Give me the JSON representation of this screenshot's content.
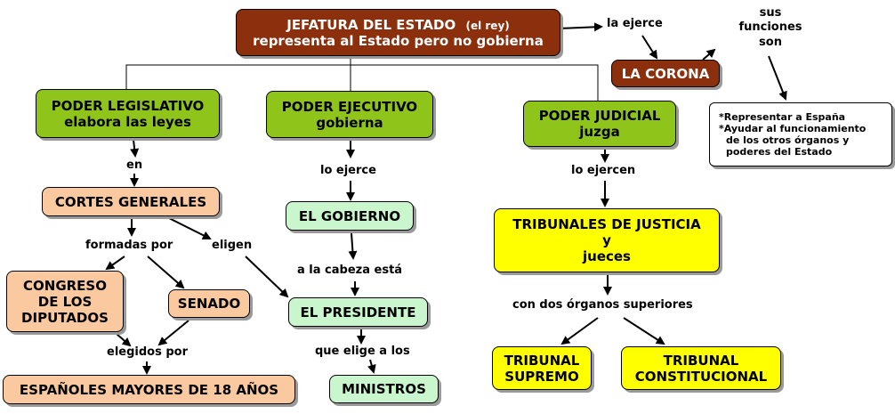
{
  "nodes": {
    "jefatura": {
      "line1": "JEFATURA DEL ESTADO",
      "line1_note": "(el rey)",
      "line2": "representa al Estado pero no gobierna"
    },
    "corona": "LA CORONA",
    "funciones": {
      "lines": [
        "*Representar a España",
        "*Ayudar al funcionamiento",
        "de los otros órganos y",
        "poderes del Estado"
      ]
    },
    "legislativo": {
      "line1": "PODER LEGISLATIVO",
      "line2": "elabora las leyes"
    },
    "ejecutivo": {
      "line1": "PODER EJECUTIVO",
      "line2": "gobierna"
    },
    "judicial": {
      "line1": "PODER JUDICIAL",
      "line2": "juzga"
    },
    "cortes": "CORTES GENERALES",
    "congreso": {
      "line1": "CONGRESO",
      "line2": "DE LOS",
      "line3": "DIPUTADOS"
    },
    "senado": "SENADO",
    "espanoles": "ESPAÑOLES MAYORES DE 18 AÑOS",
    "gobierno": "EL GOBIERNO",
    "presidente": "EL PRESIDENTE",
    "ministros": "MINISTROS",
    "tribunales": {
      "line1": "TRIBUNALES DE JUSTICIA",
      "line2": "y",
      "line3": "jueces"
    },
    "supremo": {
      "line1": "TRIBUNAL",
      "line2": "SUPREMO"
    },
    "constitucional": {
      "line1": "TRIBUNAL",
      "line2": "CONSTITUCIONAL"
    }
  },
  "links": {
    "la_ejerce": "la ejerce",
    "sus_funciones": {
      "line1": "sus",
      "line2": "funciones",
      "line3": "son"
    },
    "en": "en",
    "formadas_por": "formadas por",
    "eligen": "eligen",
    "elegidos_por": "elegidos por",
    "lo_ejerce": "lo ejerce",
    "a_la_cabeza": "a la cabeza está",
    "que_elige": "que elige a los",
    "lo_ejercen": "lo ejercen",
    "dos_organos": "con dos órganos superiores"
  }
}
